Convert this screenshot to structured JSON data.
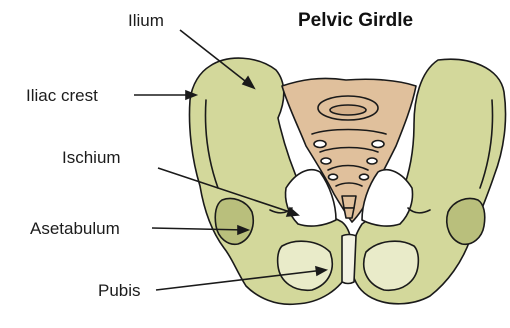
{
  "diagram": {
    "title": "Pelvic Girdle",
    "labels": {
      "ilium": "Ilium",
      "iliac_crest": "Iliac crest",
      "ischium": "Ischium",
      "acetabulum": "Asetabulum",
      "pubis": "Pubis"
    },
    "colors": {
      "bone": "#d3d89b",
      "bone_shadow": "#b9bf7c",
      "foramen": "#e9ebc9",
      "sacrum": "#e0c09c",
      "outline": "#1a1a1a",
      "background": "#ffffff"
    }
  }
}
